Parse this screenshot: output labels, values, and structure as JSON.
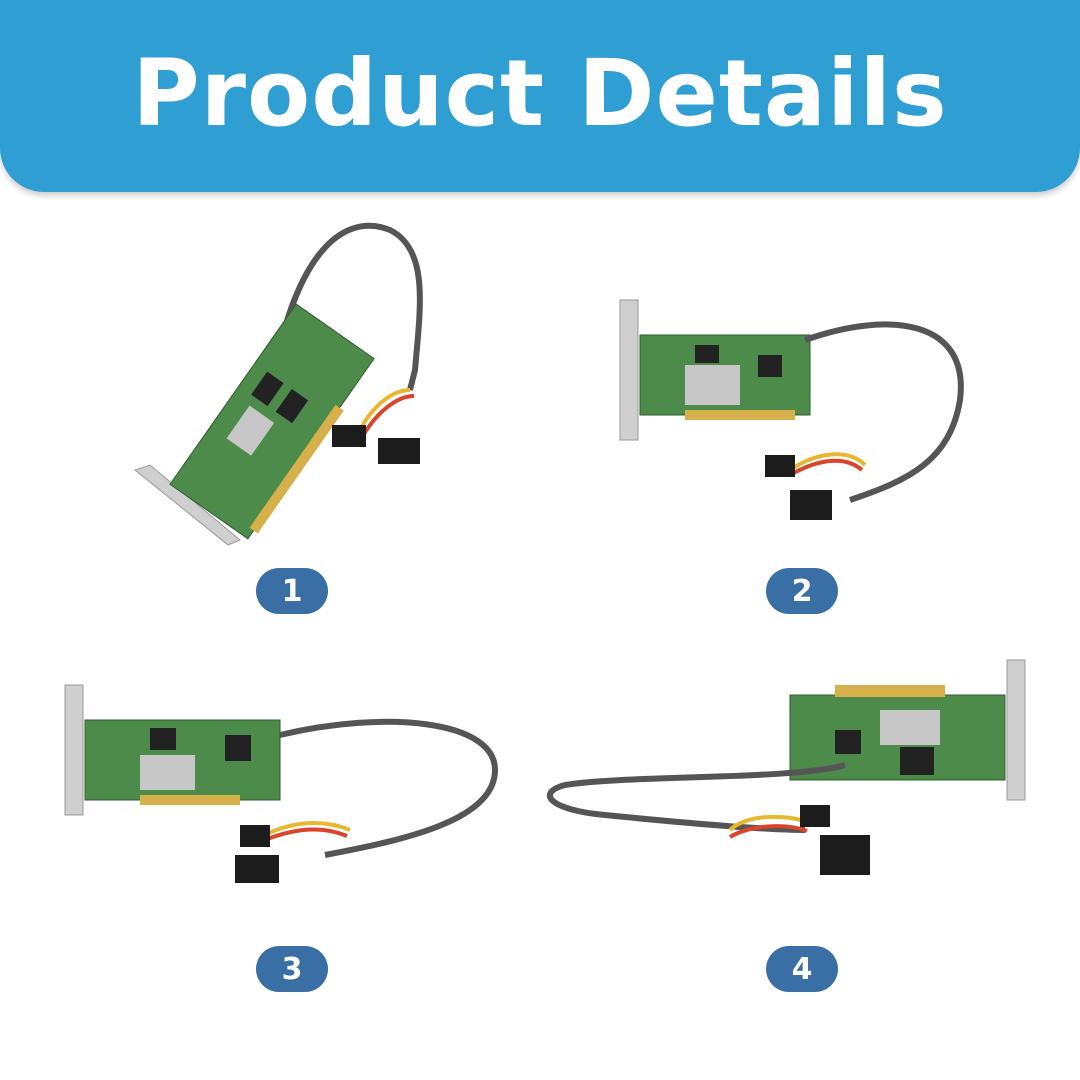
{
  "banner": {
    "title": "Product Details",
    "color": "#2f9ed3"
  },
  "photos": [
    {
      "label": "1"
    },
    {
      "label": "2"
    },
    {
      "label": "3"
    },
    {
      "label": "4"
    }
  ],
  "colors": {
    "badge": "#3a6fa6",
    "pcb": "#4c8a4a",
    "bracket": "#c9c9c9",
    "cable": "#5a5a5a",
    "wire_yellow": "#e8b731",
    "wire_red": "#d9452b",
    "connector": "#1b1b1b"
  }
}
